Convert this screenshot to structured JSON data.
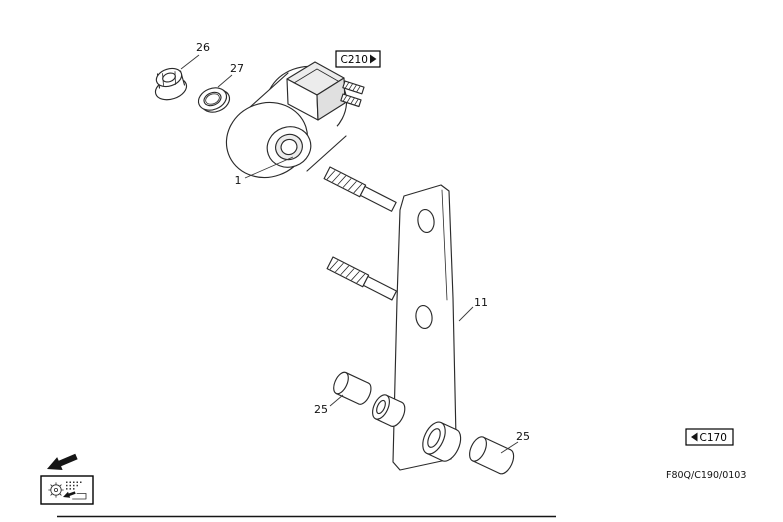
{
  "diagram": {
    "part_labels": {
      "nut": "26",
      "washer": "27",
      "mount": "1",
      "bracket_plate": "11",
      "bushing_left": "25",
      "bushing_right": "25"
    },
    "references": {
      "top_box": "C210",
      "bottom_box": "C170"
    },
    "footer": {
      "drawing_code": "F80Q/C190/0103"
    }
  }
}
